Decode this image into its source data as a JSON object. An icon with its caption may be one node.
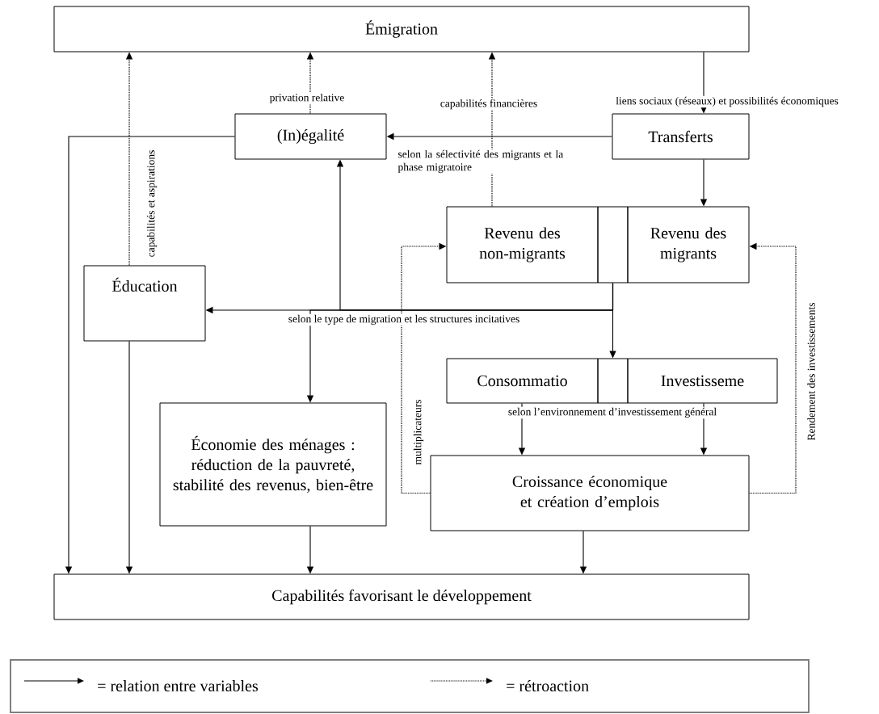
{
  "diagram": {
    "nodes": [
      {
        "text": [
          "Émigration"
        ]
      },
      {
        "text": [
          "(In)égalité"
        ]
      },
      {
        "text": [
          "Transferts"
        ]
      },
      {
        "text": [
          "Revenu des non-migrants"
        ]
      },
      {
        "text": [],
        "shape": "box"
      },
      {
        "text": [
          "Revenu des migrants"
        ]
      },
      {
        "text": [
          "Éducation"
        ]
      },
      {
        "text": [
          "Consommatio"
        ]
      },
      {
        "text": [],
        "shape": "box"
      },
      {
        "text": [
          "Investisseme"
        ]
      },
      {
        "text": [
          "Économie des ménages : réduction de la pauvreté, stabilité des revenus, bien-être"
        ]
      },
      {
        "text": [
          "Croissance économique et création d’emplois"
        ]
      },
      {
        "text": [
          "Capabilités favorisant le développement"
        ]
      }
    ],
    "edges": [
      {
        "from": 0,
        "to": 2,
        "arrow": "to",
        "label": "liens sociaux (réseaux) et possibilités économiques"
      },
      {
        "from": 2,
        "to": 1,
        "arrow": "to",
        "label": "selon la sélectivité des migrants et la phase migratoire"
      },
      {
        "from": 2,
        "to": 5,
        "arrow": "to"
      },
      {
        "from": 1,
        "to": 0,
        "arrow": "to",
        "style": "dashed",
        "label": "privation relative"
      },
      {
        "from": 3,
        "to": 0,
        "arrow": "to",
        "style": "dashed",
        "label": "capabilités financières"
      },
      {
        "from": 6,
        "to": 0,
        "arrow": "to",
        "style": "dashed",
        "label": "capabilités et aspirations"
      },
      {
        "from": 1,
        "to": 12,
        "arrow": "to"
      },
      {
        "from": 4,
        "to": 6,
        "arrow": "to",
        "label": "selon le type de migration et les structures incitatives"
      },
      {
        "from": 4,
        "to": 1,
        "arrow": "to"
      },
      {
        "from": 4,
        "to": 10,
        "arrow": "to"
      },
      {
        "from": 4,
        "to": 8,
        "arrow": "to"
      },
      {
        "from": 7,
        "to": 11,
        "arrow": "to",
        "label": "selon l’environnement d’investissement général"
      },
      {
        "from": 9,
        "to": 11,
        "arrow": "to"
      },
      {
        "from": 11,
        "to": 3,
        "arrow": "to",
        "style": "dashed",
        "label": "multiplicateurs"
      },
      {
        "from": 11,
        "to": 5,
        "arrow": "to",
        "style": "dashed",
        "label": "Rendement des investissements"
      },
      {
        "from": 6,
        "to": 12,
        "arrow": "to"
      },
      {
        "from": 10,
        "to": 12,
        "arrow": "to"
      },
      {
        "from": 11,
        "to": 12,
        "arrow": "to"
      }
    ],
    "legend": [
      {
        "text": "= relation entre variables"
      },
      {
        "text": "= rétroaction"
      }
    ]
  }
}
